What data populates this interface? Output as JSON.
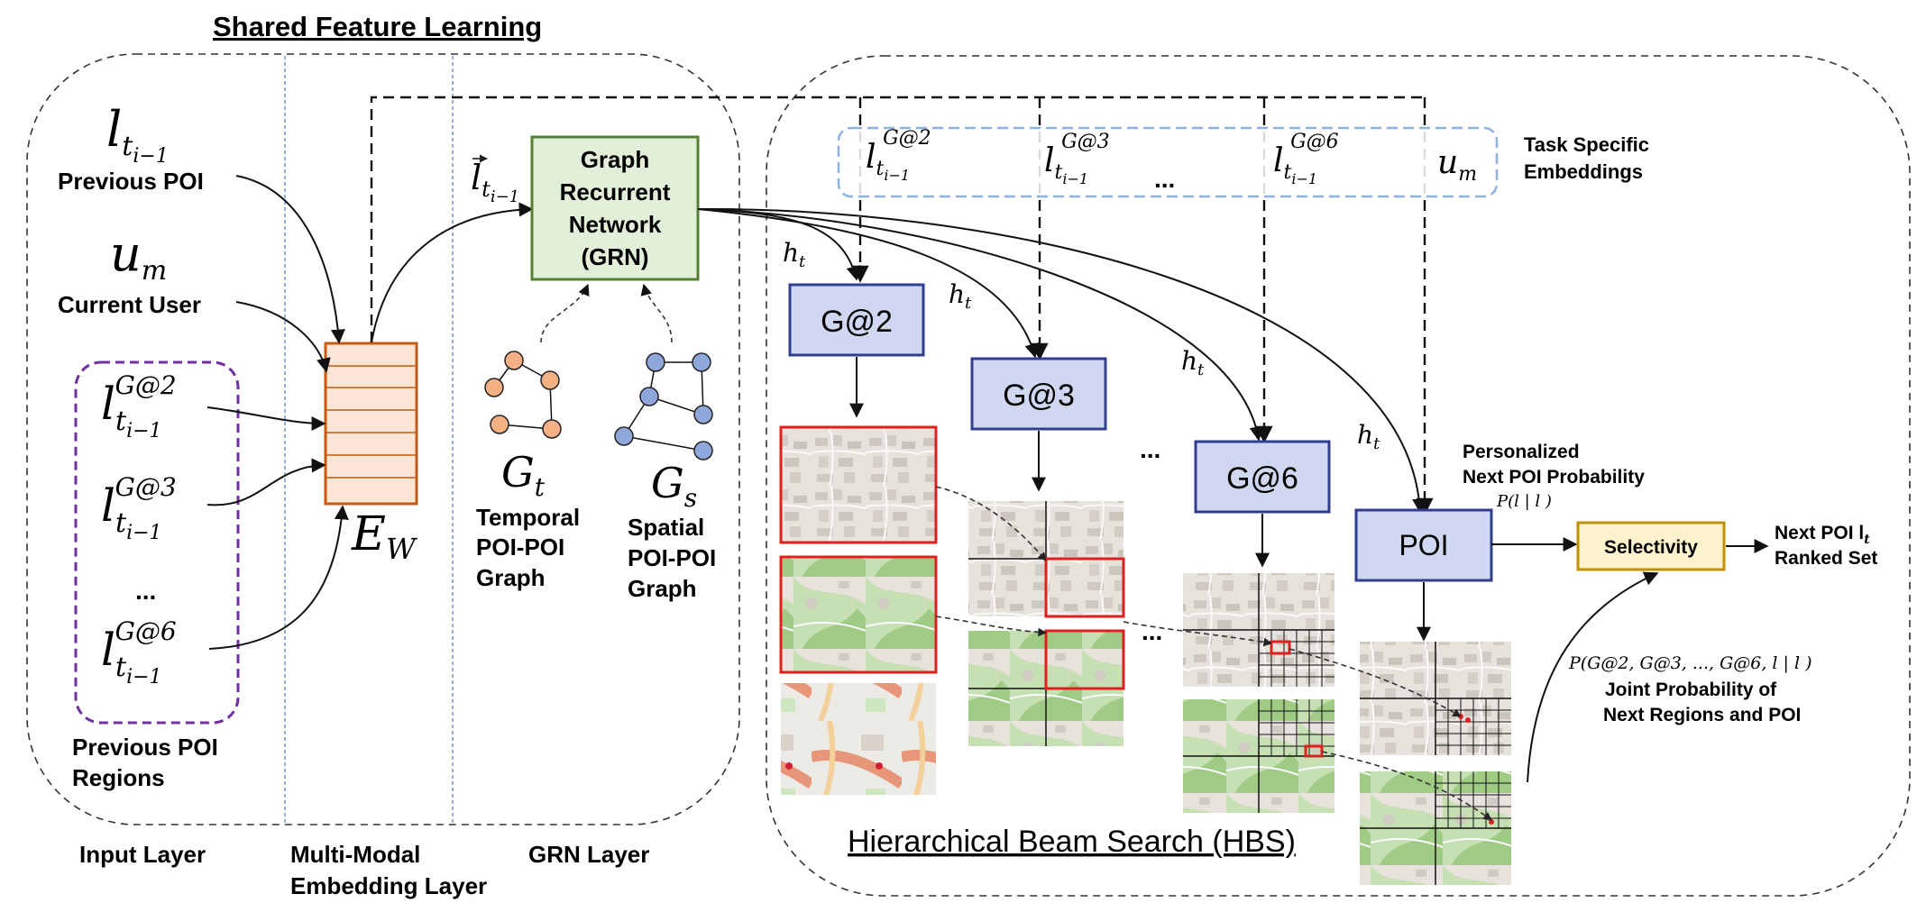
{
  "titles": {
    "shared": "Shared Feature Learning",
    "hbs": "Hierarchical Beam Search (HBS)"
  },
  "input": {
    "prev_poi_symbol": "l",
    "prev_poi_sub": "t",
    "prev_poi_subsub": "i−1",
    "prev_poi_label": "Previous POI",
    "user_symbol": "u",
    "user_sub": "m",
    "user_label": "Current User",
    "regions": [
      {
        "sup": "G@2"
      },
      {
        "sup": "G@3"
      },
      {
        "sup": "G@6"
      }
    ],
    "ellipsis": "...",
    "regions_label_1": "Previous POI",
    "regions_label_2": "Regions"
  },
  "embedding": {
    "symbol": "E",
    "sub": "W"
  },
  "grn": {
    "input_label": "l",
    "box_lines": [
      "Graph",
      "Recurrent",
      "Network",
      "(GRN)"
    ],
    "gt_symbol": "G",
    "gt_sub": "t",
    "gt_label": [
      "Temporal",
      "POI-POI",
      "Graph"
    ],
    "gs_symbol": "G",
    "gs_sub": "s",
    "gs_label": [
      "Spatial",
      "POI-POI",
      "Graph"
    ]
  },
  "task": {
    "embeddings": [
      {
        "sup": "G@2"
      },
      {
        "sup": "G@3"
      },
      {
        "sup": "G@6"
      }
    ],
    "ellipsis": "...",
    "user_symbol": "u",
    "user_sub": "m",
    "label_1": "Task Specific",
    "label_2": "Embeddings"
  },
  "hbs": {
    "hidden_symbol": "h",
    "levels": [
      "G@2",
      "G@3",
      "G@6",
      "POI"
    ],
    "ellipsis": "...",
    "personalized_1": "Personalized",
    "personalized_2": "Next POI Probability",
    "cond_prob": "P(l  | l    )",
    "joint_prob": "P(G@2, G@3, ..., G@6, l  | l    )",
    "joint_1": "Joint Probability of",
    "joint_2": "Next Regions and POI"
  },
  "output": {
    "selectivity": "Selectivity",
    "next_1": "Next POI l",
    "next_2": "Ranked Set"
  },
  "layers": {
    "input": "Input Layer",
    "mm_1": "Multi-Modal",
    "mm_2": "Embedding Layer",
    "grn": "GRN Layer"
  },
  "colors": {
    "grn_fill": "#e2efd9",
    "grn_stroke": "#548235",
    "level_fill": "#cfd8f0",
    "level_stroke": "#2f3f8f",
    "embed_fill": "#fbe5d6",
    "embed_stroke": "#c55a11",
    "region_dash": "#7030a0",
    "task_dash": "#8db3e2",
    "select_fill": "#fff2cc",
    "select_stroke": "#bf9000",
    "orange_node": "#f4b183",
    "blue_node": "#8fa8dc",
    "map_highlight": "#e0201f"
  }
}
